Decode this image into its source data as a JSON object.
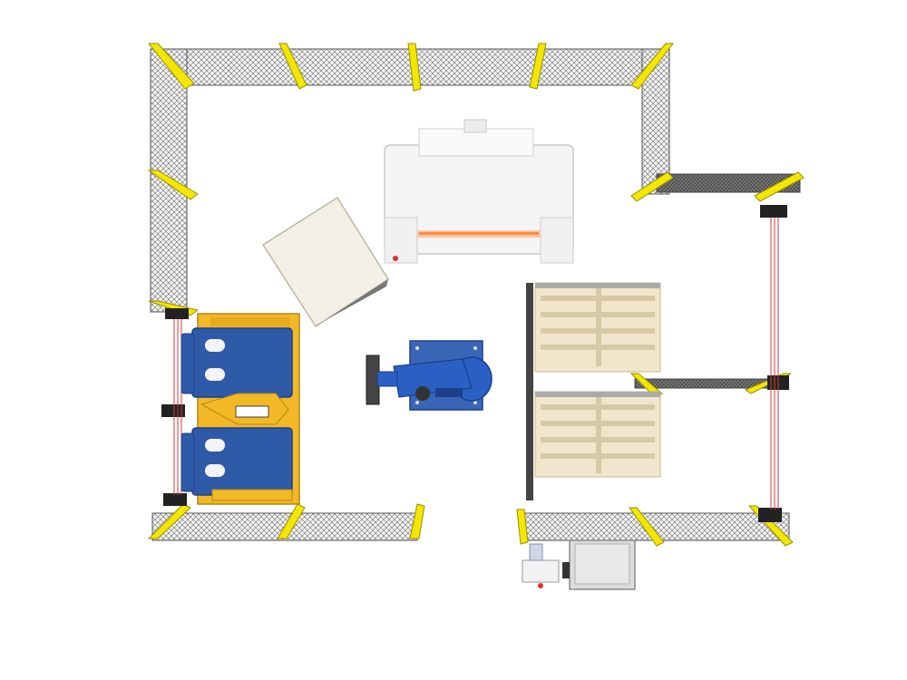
{
  "scene": {
    "kind": "robotic palletizing cell, top view",
    "colors": {
      "background": "#ffffff",
      "fence_post": "#f3e600",
      "fence_mesh": "#5a5a5a",
      "robot": "#2a5fc4",
      "robot_dark": "#1d3f8a",
      "base_plate": "#3a66b8",
      "conveyor_frame": "#f2b826",
      "conveyor_tray": "#2f5aa8",
      "pallet_wood": "#f1e6cc",
      "pallet_gap": "#d8c9a6",
      "light_curtain": "#d33a3a",
      "machine": "#f5f5f5",
      "control_cabinet": "#dcdcdc"
    },
    "components": [
      {
        "name": "safety-fence",
        "label": ""
      },
      {
        "name": "robot-arm",
        "label": ""
      },
      {
        "name": "infeed-conveyor",
        "label": ""
      },
      {
        "name": "pallet-station",
        "label": ""
      },
      {
        "name": "light-curtain",
        "label": ""
      },
      {
        "name": "stretch-machine",
        "label": ""
      },
      {
        "name": "slip-sheet-stack",
        "label": ""
      },
      {
        "name": "control-cabinet",
        "label": ""
      }
    ]
  }
}
